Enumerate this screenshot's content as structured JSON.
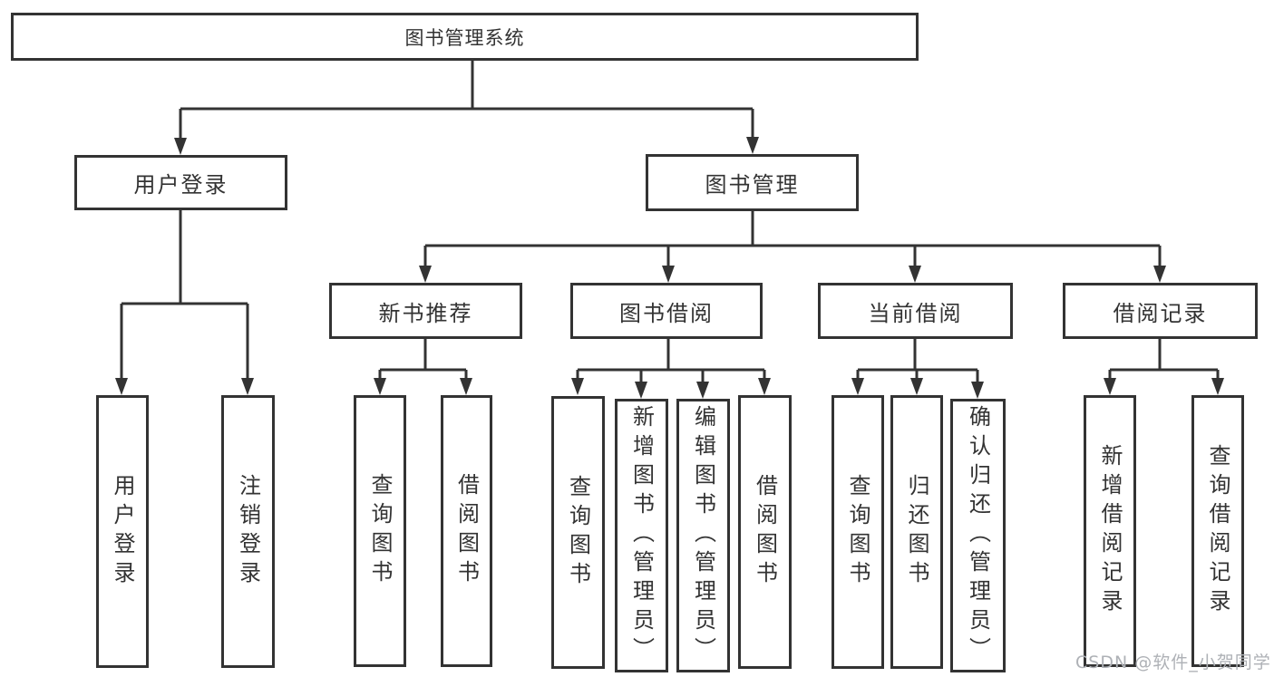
{
  "diagram": {
    "root": {
      "label": "图书管理系统"
    },
    "branches": {
      "user_login": {
        "label": "用户登录",
        "children": [
          "用户登录",
          "注销登录"
        ]
      },
      "book_management": {
        "label": "图书管理",
        "sections": {
          "new_book": {
            "label": "新书推荐",
            "children": [
              "查询图书",
              "借阅图书"
            ]
          },
          "borrow": {
            "label": "图书借阅",
            "children": [
              "查询图书",
              "新增图书（管理员）",
              "编辑图书（管理员）",
              "借阅图书"
            ]
          },
          "current": {
            "label": "当前借阅",
            "children": [
              "查询图书",
              "归还图书",
              "确认归还（管理员）"
            ]
          },
          "records": {
            "label": "借阅记录",
            "children": [
              "新增借阅记录",
              "查询借阅记录"
            ]
          }
        }
      }
    }
  },
  "watermark": {
    "label": "CSDN @软件_小贺同学"
  },
  "colors": {
    "line": "#333333",
    "text": "#333333",
    "watermark": "#aeb1b6",
    "background": "#ffffff"
  }
}
